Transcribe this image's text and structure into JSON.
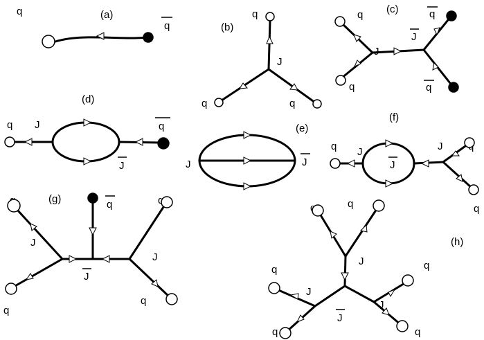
{
  "panels": {
    "a": "(a)",
    "b": "(b)",
    "c": "(c)",
    "d": "(d)",
    "e": "(e)",
    "f": "(f)",
    "g": "(g)",
    "h": "(h)"
  },
  "symbols": {
    "quark": "q",
    "antiquark": "q",
    "junction": "J",
    "antijunction": "J"
  }
}
